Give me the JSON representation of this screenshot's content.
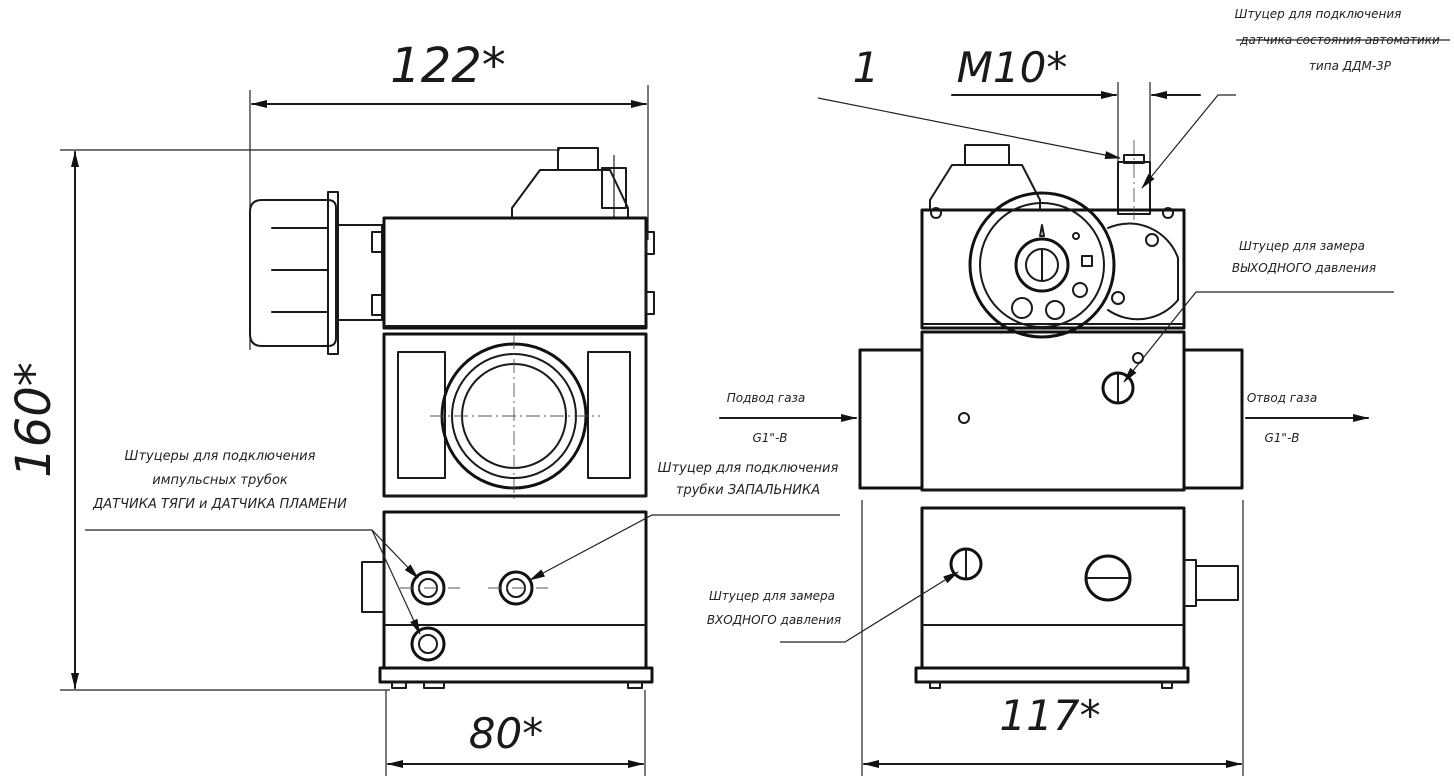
{
  "dimensions": {
    "width_left": "122*",
    "height_left": "160*",
    "width_bottom_left": "80*",
    "position_label": "1",
    "thread": "M10*",
    "width_bottom_right": "117*"
  },
  "annotations": {
    "sensor_fitting_line1": "Штуцер для подключения",
    "sensor_fitting_line2": "датчика состояния автоматики",
    "sensor_fitting_line3": "типа ДДМ-3Р",
    "outlet_measure_line1": "Штуцер для замера",
    "outlet_measure_line2": "ВЫХОДНОГО давления",
    "gas_inlet_label": "Подвод газа",
    "gas_inlet_size": "G1\"-B",
    "gas_outlet_label": "Отвод газа",
    "gas_outlet_size": "G1\"-B",
    "impulse_fittings_line1": "Штуцеры для подключения",
    "impulse_fittings_line2": "импульсных трубок",
    "impulse_fittings_line3": "ДАТЧИКА ТЯГИ и ДАТЧИКА ПЛАМЕНИ",
    "pilot_fitting_line1": "Штуцер для подключения",
    "pilot_fitting_line2": "трубки ЗАПАЛЬНИКА",
    "inlet_measure_line1": "Штуцер для замера",
    "inlet_measure_line2": "ВХОДНОГО давления"
  }
}
